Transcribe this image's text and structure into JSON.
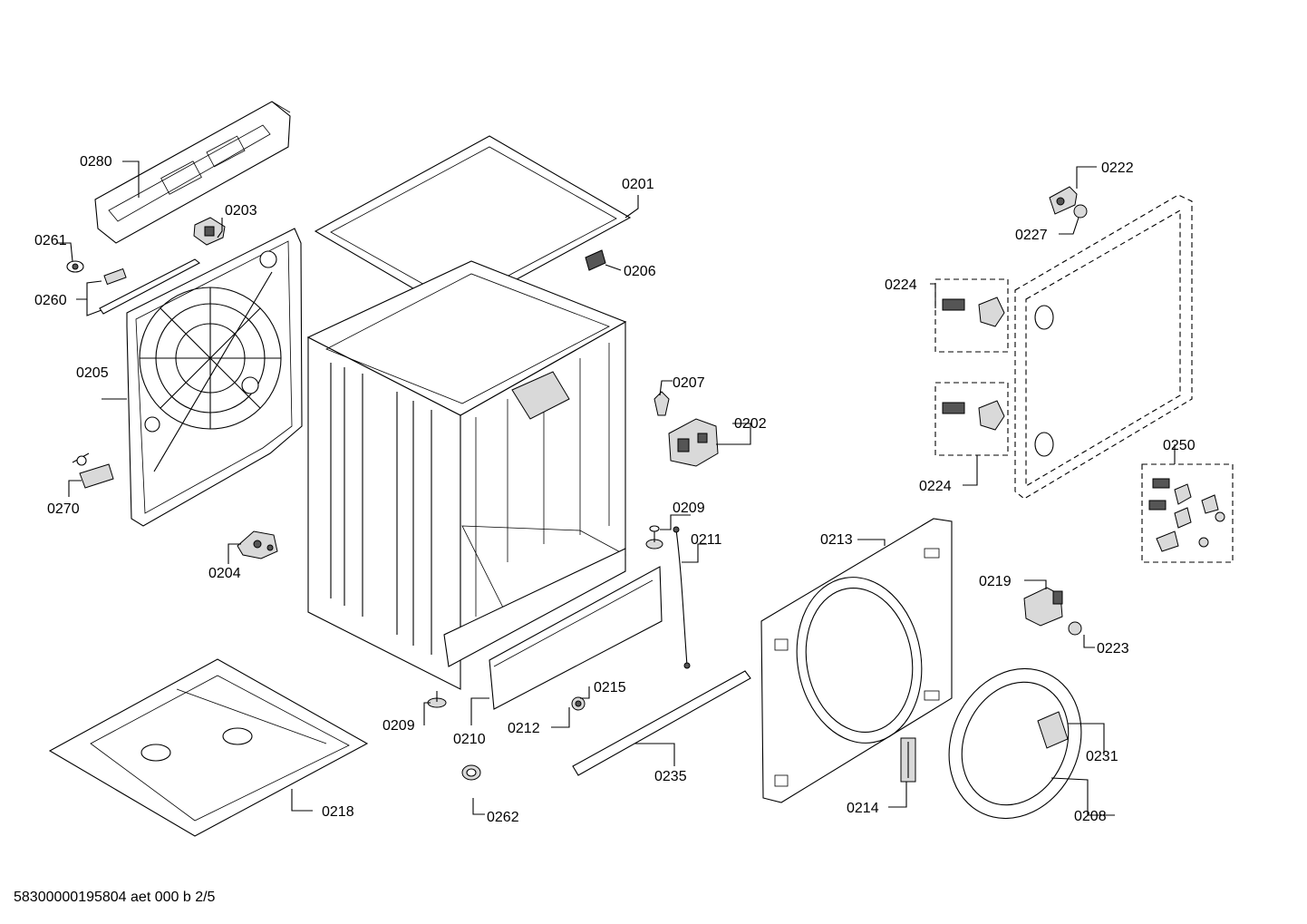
{
  "labels": {
    "l0280": "0280",
    "l0203": "0203",
    "l0261": "0261",
    "l0260": "0260",
    "l0205": "0205",
    "l0270": "0270",
    "l0204": "0204",
    "l0201": "0201",
    "l0206": "0206",
    "l0207": "0207",
    "l0202": "0202",
    "l0209a": "0209",
    "l0211": "0211",
    "l0209b": "0209",
    "l0210": "0210",
    "l0212": "0212",
    "l0215": "0215",
    "l0262": "0262",
    "l0218": "0218",
    "l0235": "0235",
    "l0213": "0213",
    "l0214": "0214",
    "l0208": "0208",
    "l0231": "0231",
    "l0219": "0219",
    "l0223": "0223",
    "l0222": "0222",
    "l0227": "0227",
    "l0224a": "0224",
    "l0224b": "0224",
    "l0250": "0250"
  },
  "footer": "58300000195804 aet 000 b 2/5"
}
